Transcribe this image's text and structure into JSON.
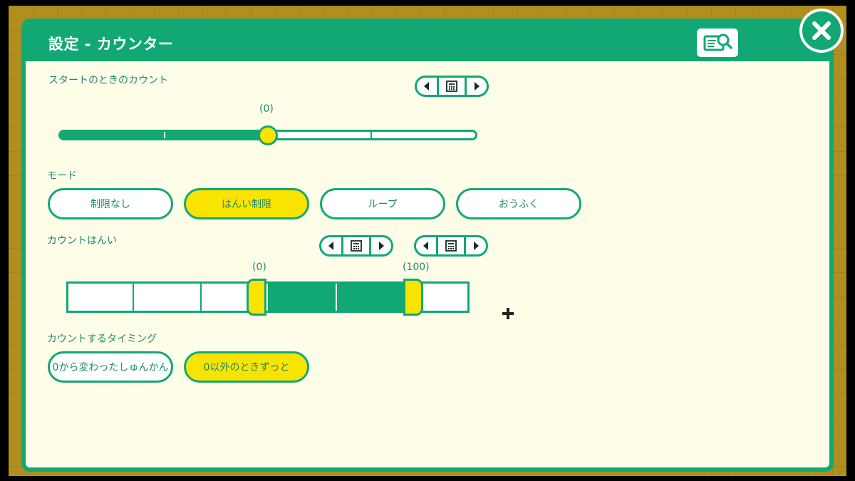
{
  "dialog": {
    "title": "設定 - カウンター"
  },
  "start_count": {
    "label": "スタートのときのカウント",
    "value_display": "(0)",
    "slider_position": 0.5
  },
  "mode": {
    "label": "モード",
    "options": [
      "制限なし",
      "はんい制限",
      "ループ",
      "おうふく"
    ],
    "selected": "はんい制限"
  },
  "count_range": {
    "label": "カウントはんい",
    "min_display": "(0)",
    "max_display": "(100)"
  },
  "timing": {
    "label": "カウントするタイミング",
    "options": [
      "0から変わったしゅんかん",
      "0以外のときずっと"
    ],
    "selected": "0以外のときずっと"
  },
  "icons": {
    "help": "manual-search-icon",
    "close": "close-icon",
    "stepper_left": "left-arrow-icon",
    "stepper_center": "calculator-icon",
    "stepper_right": "right-arrow-icon",
    "cursor": "plus-cursor-icon"
  },
  "colors": {
    "accent": "#12a874",
    "highlight": "#f9e400",
    "panel_bg": "#fefde8",
    "frame_bg": "#b08f1e"
  }
}
